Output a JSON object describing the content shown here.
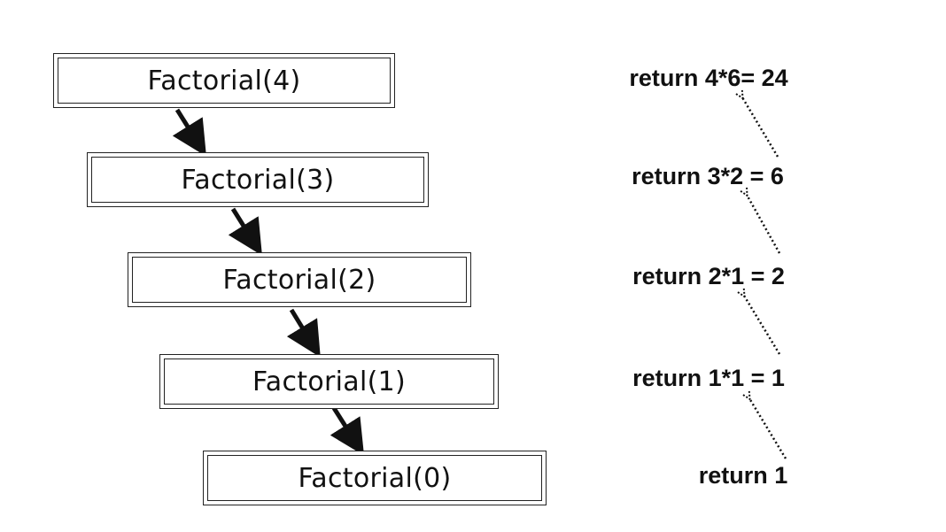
{
  "diagram": {
    "calls": [
      {
        "label": "Factorial(4)"
      },
      {
        "label": "Factorial(3)"
      },
      {
        "label": "Factorial(2)"
      },
      {
        "label": "Factorial(1)"
      },
      {
        "label": "Factorial(0)"
      }
    ],
    "returns": [
      {
        "label": "return 4*6= 24"
      },
      {
        "label": "return 3*2 = 6"
      },
      {
        "label": "return 2*1 = 2"
      },
      {
        "label": "return 1*1 = 1"
      },
      {
        "label": "return 1"
      }
    ]
  }
}
